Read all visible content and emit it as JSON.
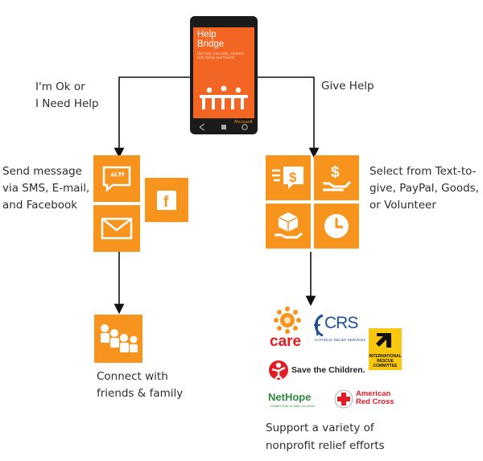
{
  "phone": {
    "app_title": "Help\nBridge",
    "app_subtitle": "Get help, Give help, Connect with family and friends",
    "brand": "Microsoft"
  },
  "left_branch": {
    "label": "I'm Ok or\nI Need Help",
    "tiles_caption": "Send message\nvia SMS, E-mail,\nand Facebook",
    "result_caption": "Connect with\nfriends & family"
  },
  "right_branch": {
    "label": "Give Help",
    "tiles_caption": "Select from Text-to-\ngive, PayPal, Goods,\nor Volunteer",
    "result_caption": "Support a variety of\nnonprofit relief efforts"
  },
  "orgs": {
    "care": "care",
    "crs": "CRS",
    "crs_sub": "CATHOLIC RELIEF SERVICES",
    "irc": "INTERNATIONAL\nRESCUE\nCOMMITTEE",
    "save_children": "Save the Children.",
    "nethope": "NetHope",
    "nethope_sub": "CONNECTING GLOBAL VILLAGES",
    "red_cross": "American\nRed Cross"
  },
  "colors": {
    "tile_orange": "#f7941d",
    "screen_orange": "#f26522",
    "red": "#e31b23",
    "crs_blue": "#1f4e9a",
    "nethope_green": "#2e8b3e"
  }
}
